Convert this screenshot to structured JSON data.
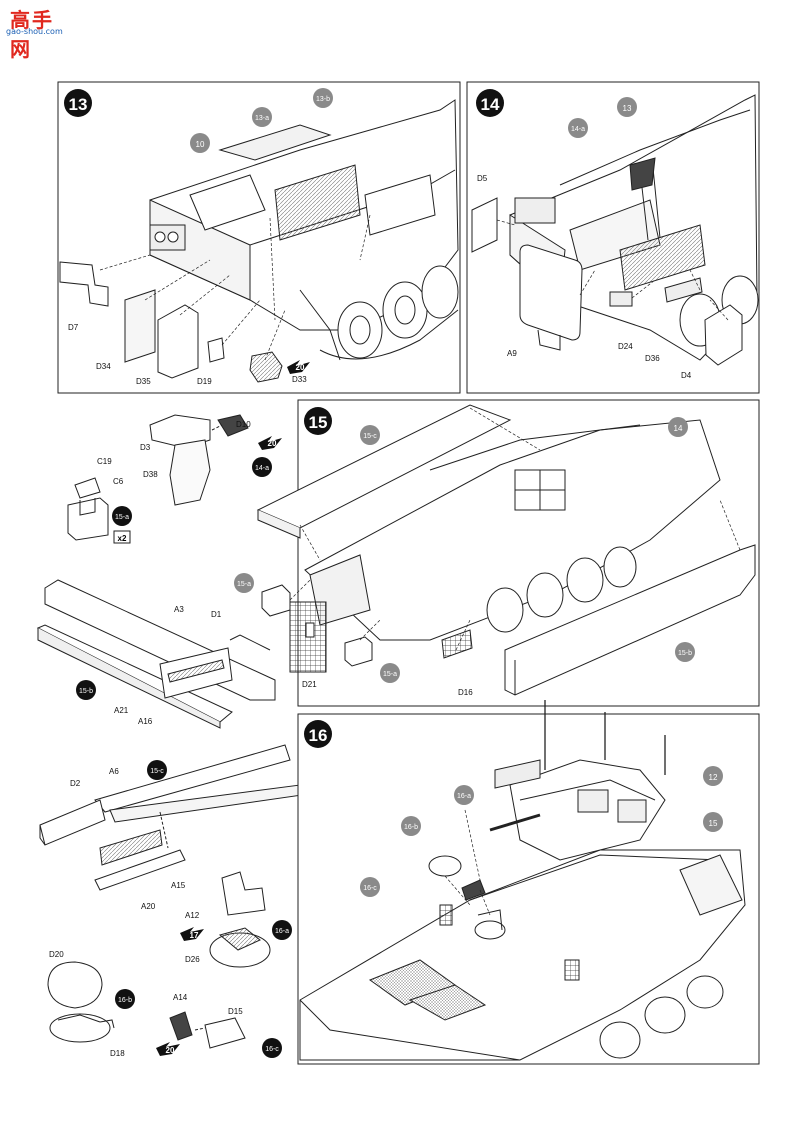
{
  "watermark": {
    "brand": "高手网",
    "url": "gao-shou.com"
  },
  "colors": {
    "step_badge": "#111111",
    "sub_badge": "#111111",
    "ref_badge": "#8a8a8a",
    "line": "#1a1a1a"
  },
  "panels": [
    {
      "step": "13",
      "refs": [
        "10",
        "13-a",
        "13-b"
      ],
      "parts": [
        "D7",
        "D34",
        "D35",
        "D19",
        "D33"
      ],
      "arrow": "20"
    },
    {
      "step": "14",
      "refs": [
        "13",
        "14-a"
      ],
      "parts": [
        "D5",
        "A9",
        "D24",
        "D36",
        "D4"
      ]
    },
    {
      "step": "15",
      "refs": [
        "15-c",
        "14",
        "15-a",
        "15-a",
        "15-b"
      ],
      "parts": [
        "D21",
        "D16"
      ]
    },
    {
      "step": "16",
      "refs": [
        "16-a",
        "16-b",
        "16-c",
        "12",
        "15"
      ]
    }
  ],
  "subassemblies": [
    {
      "id": "14-a",
      "parts": [
        "D10",
        "D3",
        "D38"
      ],
      "arrow": "20"
    },
    {
      "id": "15-a",
      "parts": [
        "C19",
        "C6"
      ],
      "qty": "x2"
    },
    {
      "id": "15-b",
      "parts": [
        "A3",
        "D1",
        "A21",
        "A16"
      ]
    },
    {
      "id": "15-c",
      "parts": [
        "D2",
        "A6",
        "A15",
        "A20"
      ]
    },
    {
      "id": "16-a",
      "parts": [
        "A12",
        "D26"
      ],
      "arrow": "17"
    },
    {
      "id": "16-b",
      "parts": [
        "D20",
        "D18"
      ]
    },
    {
      "id": "16-c",
      "parts": [
        "A14",
        "D15"
      ],
      "arrow": "20"
    }
  ]
}
